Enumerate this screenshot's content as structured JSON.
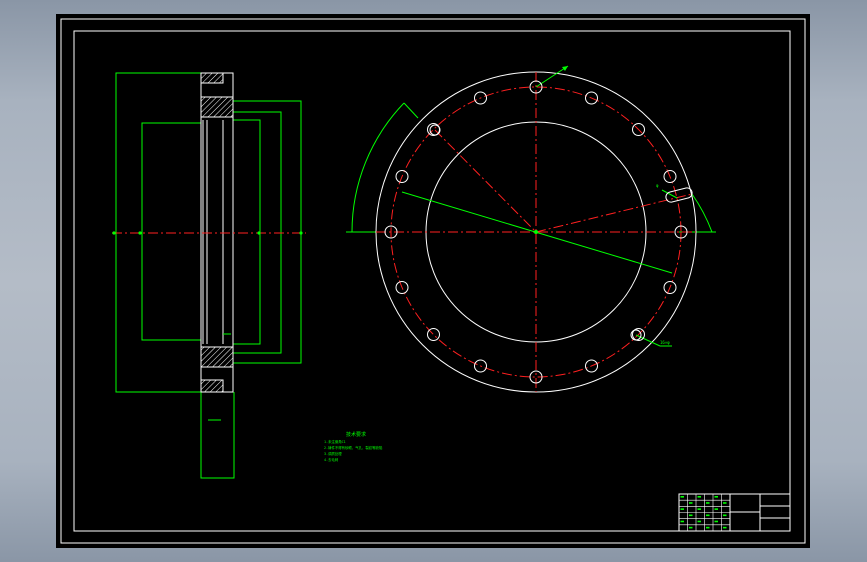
{
  "colors": {
    "background": "#000000",
    "frame": "#ffffff",
    "outline": "#00ff00",
    "center_line": "#ff2020",
    "hatch": "#ffffff"
  },
  "drawing": {
    "section_view_name": "flange-section-view",
    "plan_view_name": "flange-plan-view",
    "bolt_hole_count": 16,
    "notes": {
      "title": "技术要求",
      "lines": [
        "1.未注倒角C1",
        "2.铸件不得有砂眼、气孔、裂纹等缺陷",
        "3.调质处理",
        "4.去毛刺"
      ]
    },
    "dimension_labels": {
      "hole_callout": "16×φ",
      "slot_callout": "φ"
    },
    "title_block": {
      "rows": 6,
      "cols": 6
    }
  }
}
